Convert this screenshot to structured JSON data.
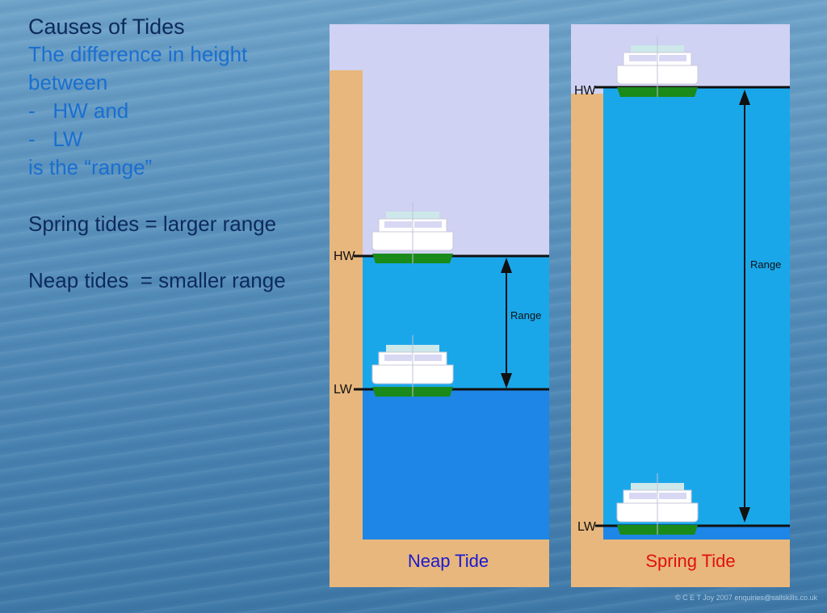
{
  "text": {
    "title": "Causes of Tides",
    "lines": [
      "The difference in height",
      "between",
      "-   HW and",
      "-   LW",
      "is the “range”"
    ],
    "spring": "Spring tides = larger range",
    "neap": "Neap tides  = smaller range"
  },
  "neap": {
    "caption": "Neap Tide",
    "hw_label": "HW",
    "lw_label": "LW",
    "range_label": "Range",
    "caption_color": "#1a1ad0"
  },
  "spring": {
    "caption": "Spring Tide",
    "hw_label": "HW",
    "lw_label": "LW",
    "range_label": "Range",
    "caption_color": "#e01010"
  },
  "colors": {
    "sky": "#cfd2f2",
    "shore": "#e8b77d",
    "water_light": "#1aa7ea",
    "water_deep": "#1e86e6",
    "hull_bottom": "#1a8a1a"
  },
  "copyright": "© C E T Joy 2007 enquiries@sailskills.co.uk"
}
